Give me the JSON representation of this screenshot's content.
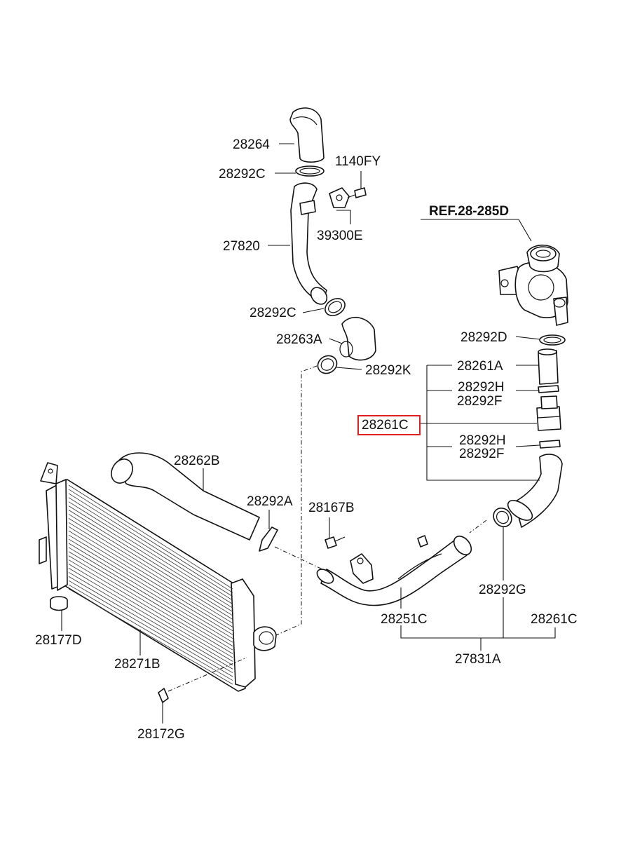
{
  "reference": "REF.28-285D",
  "highlighted_part": "28261C",
  "labels": {
    "p28264": "28264",
    "p28292C_top": "28292C",
    "p1140FY": "1140FY",
    "p39300E": "39300E",
    "p27820": "27820",
    "p28292C_mid": "28292C",
    "p28263A": "28263A",
    "p28292K": "28292K",
    "p28292D": "28292D",
    "p28261A": "28261A",
    "p28292H_1": "28292H",
    "p28292F_1": "28292F",
    "p28261C_hl": "28261C",
    "p28292H_2": "28292H",
    "p28292F_2": "28292F",
    "p28262B": "28262B",
    "p28292A": "28292A",
    "p28167B": "28167B",
    "p28292G": "28292G",
    "p28251C": "28251C",
    "p28261C": "28261C",
    "p27831A": "27831A",
    "p28177D": "28177D",
    "p28271B": "28271B",
    "p28172G": "28172G"
  },
  "colors": {
    "line": "#111111",
    "highlight": "#e02020",
    "background": "#ffffff"
  }
}
